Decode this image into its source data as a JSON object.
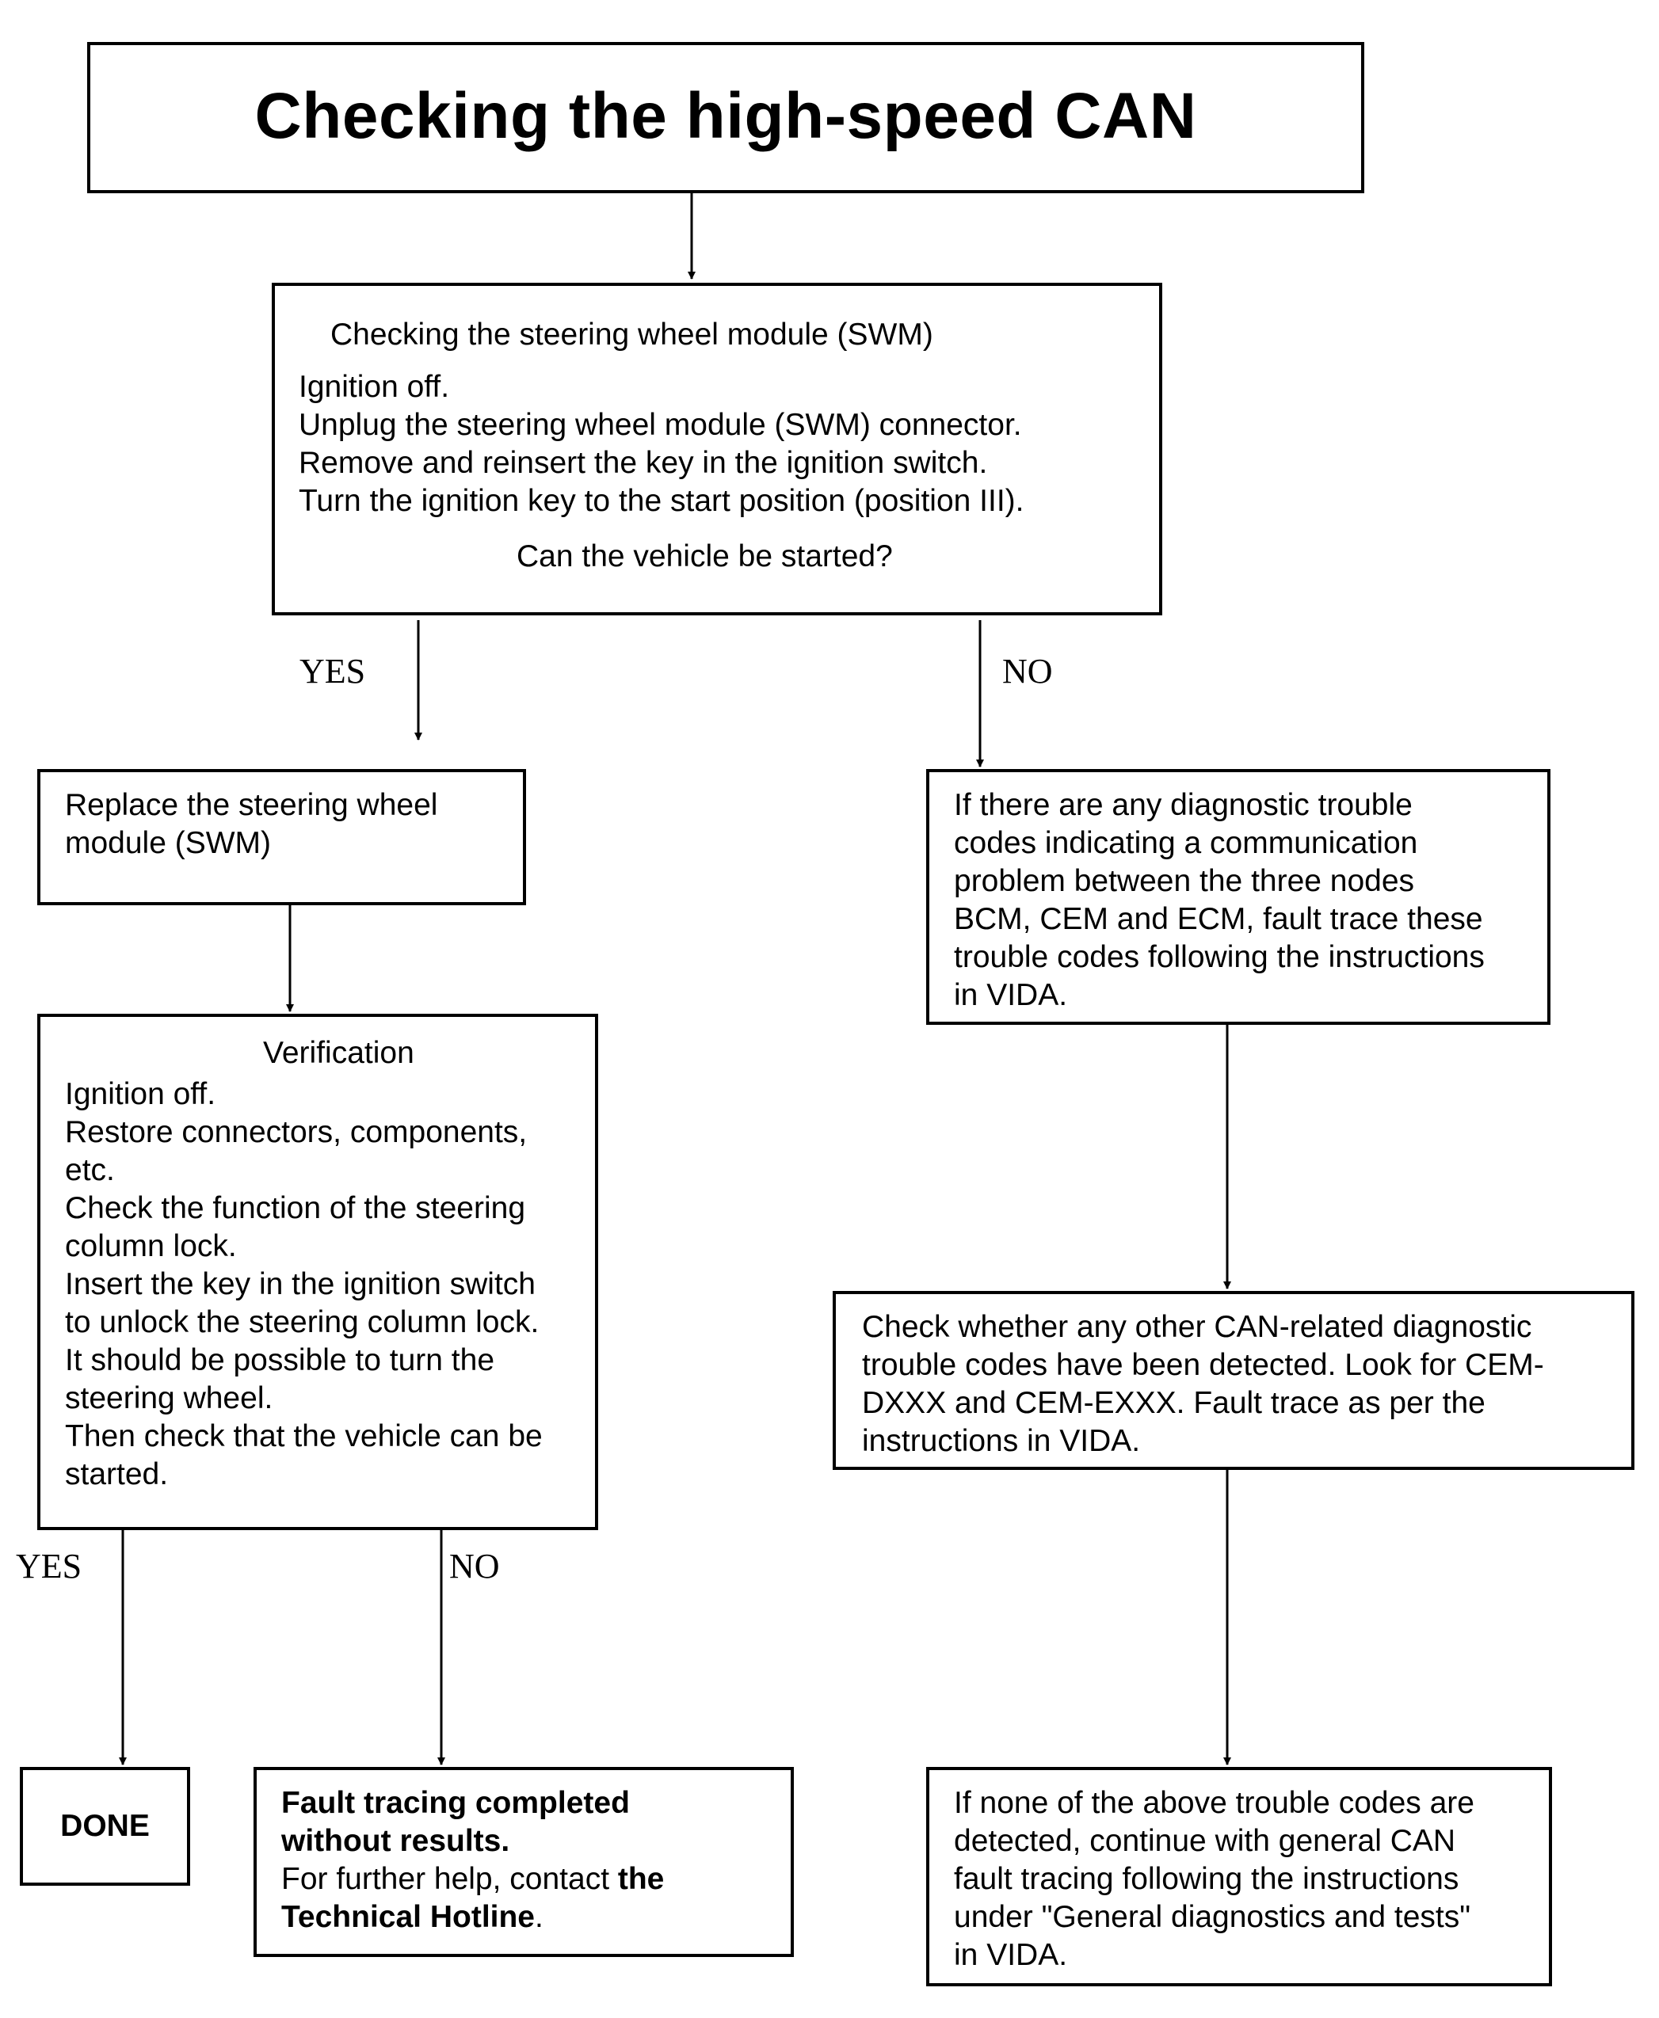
{
  "title": "Checking the high-speed CAN",
  "swm_check": {
    "heading": "Checking the steering wheel module (SWM)",
    "lines": [
      "Ignition off.",
      "Unplug the steering wheel module (SWM) connector.",
      "Remove and reinsert the key in the ignition switch.",
      "Turn the ignition key to the start position (position III)."
    ],
    "question": "Can the vehicle be started?"
  },
  "labels": {
    "yes_1": "YES",
    "no_1": "NO",
    "yes_2": "YES",
    "no_2": "NO"
  },
  "replace_swm": {
    "lines": [
      "Replace the steering wheel",
      "module (SWM)"
    ]
  },
  "verification": {
    "heading": "Verification",
    "lines": [
      "Ignition off.",
      "Restore connectors, components,",
      "etc.",
      "Check the function of the steering",
      "column lock.",
      "Insert the key in the ignition switch",
      "to unlock the steering column lock.",
      "It should be possible to turn the",
      "steering wheel.",
      "Then check that the vehicle can be",
      "started."
    ]
  },
  "dtc_comm": {
    "lines": [
      "If there are any diagnostic trouble",
      "codes indicating a communication",
      "problem between the three nodes",
      "BCM, CEM and ECM, fault trace these",
      "trouble codes following the instructions",
      "in VIDA."
    ]
  },
  "can_related": {
    "lines": [
      "Check whether any other CAN-related diagnostic",
      "trouble codes have been detected. Look for CEM-",
      "DXXX and CEM-EXXX. Fault trace as per the",
      "instructions in VIDA."
    ]
  },
  "done": {
    "label": "DONE"
  },
  "no_results": {
    "line1": "Fault tracing completed",
    "line2": "without results.",
    "line3_prefix": "For further help, contact ",
    "line3_bold": "the",
    "line4_bold": "Technical Hotline",
    "line4_suffix": "."
  },
  "general_can": {
    "lines": [
      "If none of the above trouble codes are",
      "detected, continue with general CAN",
      "fault tracing following the instructions",
      "under \"General diagnostics and tests\"",
      "in VIDA."
    ]
  }
}
